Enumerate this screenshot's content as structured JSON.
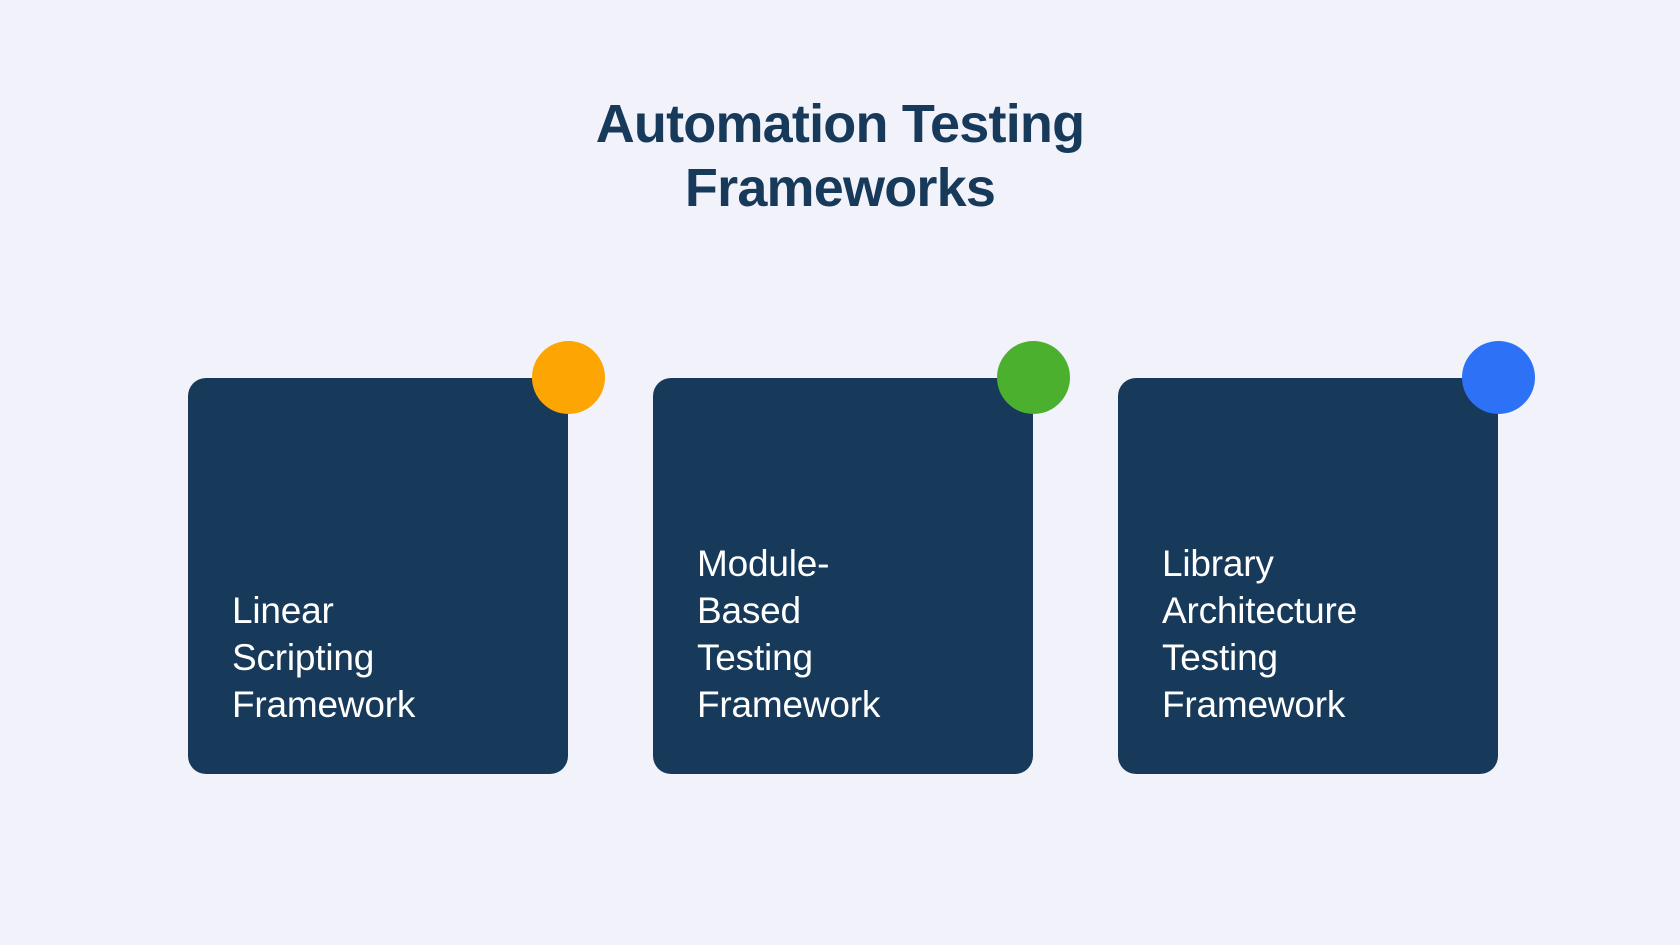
{
  "page": {
    "background_color": "#f2f2fb",
    "card_color": "#17395a",
    "title_color": "#17395a",
    "card_text_color": "#ffffff"
  },
  "title": {
    "full": "Automation Testing Frameworks",
    "line1": "Automation Testing",
    "line2": "Frameworks"
  },
  "cards": [
    {
      "label": "Linear\nScripting\nFramework",
      "dot_name": "orange-dot-icon",
      "dot_color": "#fda503"
    },
    {
      "label": "Module-\nBased\nTesting\nFramework",
      "dot_name": "green-dot-icon",
      "dot_color": "#4cb02f"
    },
    {
      "label": "Library\nArchitecture\nTesting\nFramework",
      "dot_name": "blue-dot-icon",
      "dot_color": "#2d72f6"
    }
  ]
}
